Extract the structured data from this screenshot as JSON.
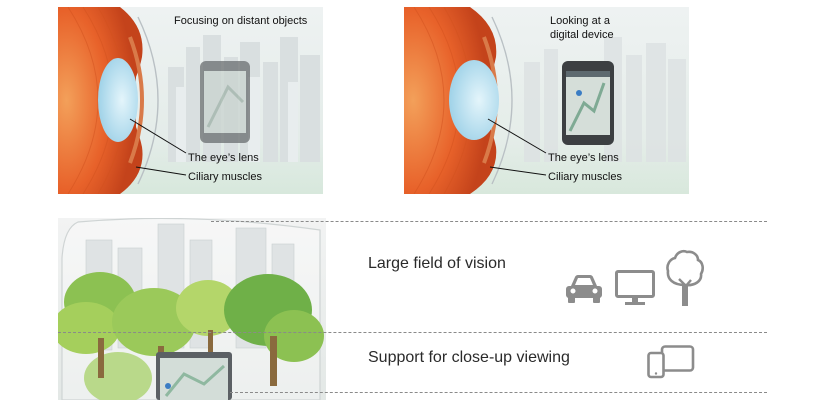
{
  "panel_left": {
    "caption": "Focusing on distant objects",
    "lens_label": "The eye’s lens",
    "muscle_label": "Ciliary muscles"
  },
  "panel_right": {
    "caption_line1": "Looking at a",
    "caption_line2": "digital device",
    "lens_label": "The eye’s lens",
    "muscle_label": "Ciliary muscles"
  },
  "features": [
    {
      "label": "Large field of vision",
      "icons": [
        "car-icon",
        "monitor-icon",
        "tree-icon"
      ]
    },
    {
      "label": "Support for close-up viewing",
      "icons": [
        "phone-tablet-icon"
      ]
    }
  ],
  "colors": {
    "icon_gray": "#8c8c8c",
    "eye_orange": "#e8622a",
    "lens_blue": "#bfe3f2"
  }
}
